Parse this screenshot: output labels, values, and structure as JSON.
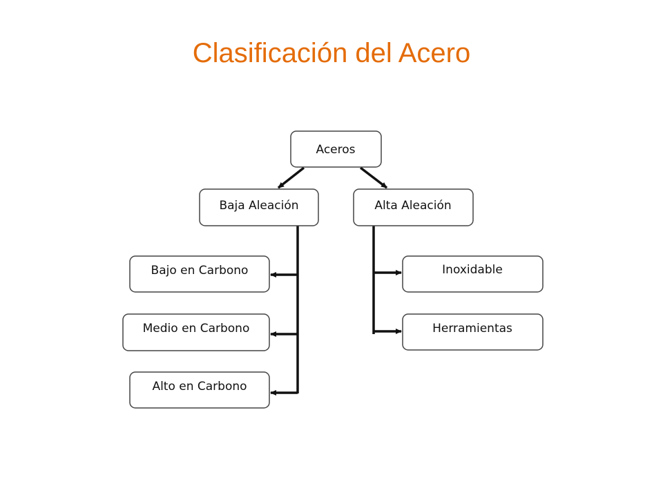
{
  "title": "Clasificación del Acero",
  "colors": {
    "title": "#E46C0A",
    "box_border": "#444444",
    "lines": "#111111"
  },
  "diagram": {
    "root": "Aceros",
    "branches": [
      {
        "label": "Baja Aleación",
        "children": [
          "Bajo en Carbono",
          "Medio en Carbono",
          "Alto en Carbono"
        ]
      },
      {
        "label": "Alta Aleación",
        "children": [
          "Inoxidable",
          "Herramientas"
        ]
      }
    ]
  }
}
